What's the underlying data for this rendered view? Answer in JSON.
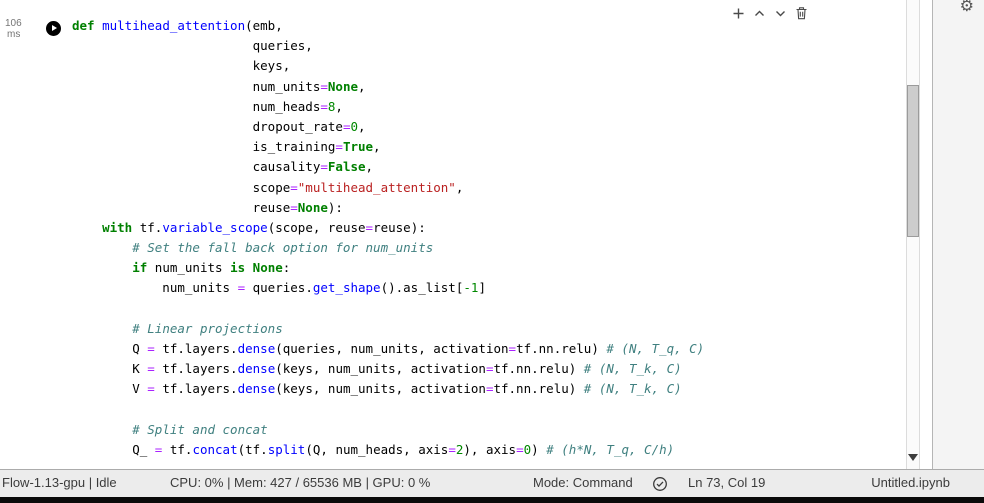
{
  "execution": {
    "time": "106",
    "unit": "ms"
  },
  "icons": {
    "gear_glyph": "⚙"
  },
  "toolbar": {
    "buttons": [
      {
        "name": "insert-cell"
      },
      {
        "name": "move-cell-up"
      },
      {
        "name": "move-cell-down"
      },
      {
        "name": "delete-cell"
      }
    ]
  },
  "code": {
    "lines": [
      [
        [
          "kw",
          "def "
        ],
        [
          "fn",
          "multihead_attention"
        ],
        [
          "pl",
          "(emb,"
        ]
      ],
      [
        [
          "pl",
          "                        queries,"
        ]
      ],
      [
        [
          "pl",
          "                        keys,"
        ]
      ],
      [
        [
          "pl",
          "                        num_units"
        ],
        [
          "op",
          "="
        ],
        [
          "bi",
          "None"
        ],
        [
          "pl",
          ","
        ]
      ],
      [
        [
          "pl",
          "                        num_heads"
        ],
        [
          "op",
          "="
        ],
        [
          "num",
          "8"
        ],
        [
          "pl",
          ","
        ]
      ],
      [
        [
          "pl",
          "                        dropout_rate"
        ],
        [
          "op",
          "="
        ],
        [
          "num",
          "0"
        ],
        [
          "pl",
          ","
        ]
      ],
      [
        [
          "pl",
          "                        is_training"
        ],
        [
          "op",
          "="
        ],
        [
          "bi",
          "True"
        ],
        [
          "pl",
          ","
        ]
      ],
      [
        [
          "pl",
          "                        causality"
        ],
        [
          "op",
          "="
        ],
        [
          "bi",
          "False"
        ],
        [
          "pl",
          ","
        ]
      ],
      [
        [
          "pl",
          "                        scope"
        ],
        [
          "op",
          "="
        ],
        [
          "str",
          "\"multihead_attention\""
        ],
        [
          "pl",
          ","
        ]
      ],
      [
        [
          "pl",
          "                        reuse"
        ],
        [
          "op",
          "="
        ],
        [
          "bi",
          "None"
        ],
        [
          "pl",
          "):"
        ]
      ],
      [
        [
          "pl",
          "    "
        ],
        [
          "kw",
          "with"
        ],
        [
          "pl",
          " tf."
        ],
        [
          "fn",
          "variable_scope"
        ],
        [
          "pl",
          "(scope, reuse"
        ],
        [
          "op",
          "="
        ],
        [
          "pl",
          "reuse):"
        ]
      ],
      [
        [
          "pl",
          "        "
        ],
        [
          "com",
          "# Set the fall back option for num_units"
        ]
      ],
      [
        [
          "pl",
          "        "
        ],
        [
          "kw",
          "if"
        ],
        [
          "pl",
          " num_units "
        ],
        [
          "kw",
          "is"
        ],
        [
          "pl",
          " "
        ],
        [
          "bi",
          "None"
        ],
        [
          "pl",
          ":"
        ]
      ],
      [
        [
          "pl",
          "            num_units "
        ],
        [
          "op",
          "="
        ],
        [
          "pl",
          " queries."
        ],
        [
          "fn",
          "get_shape"
        ],
        [
          "pl",
          "().as_list["
        ],
        [
          "num",
          "-1"
        ],
        [
          "pl",
          "]"
        ]
      ],
      [],
      [
        [
          "pl",
          "        "
        ],
        [
          "com",
          "# Linear projections"
        ]
      ],
      [
        [
          "pl",
          "        Q "
        ],
        [
          "op",
          "="
        ],
        [
          "pl",
          " tf.layers."
        ],
        [
          "fn",
          "dense"
        ],
        [
          "pl",
          "(queries, num_units, activation"
        ],
        [
          "op",
          "="
        ],
        [
          "pl",
          "tf.nn.relu) "
        ],
        [
          "com",
          "# (N, T_q, C)"
        ]
      ],
      [
        [
          "pl",
          "        K "
        ],
        [
          "op",
          "="
        ],
        [
          "pl",
          " tf.layers."
        ],
        [
          "fn",
          "dense"
        ],
        [
          "pl",
          "(keys, num_units, activation"
        ],
        [
          "op",
          "="
        ],
        [
          "pl",
          "tf.nn.relu) "
        ],
        [
          "com",
          "# (N, T_k, C)"
        ]
      ],
      [
        [
          "pl",
          "        V "
        ],
        [
          "op",
          "="
        ],
        [
          "pl",
          " tf.layers."
        ],
        [
          "fn",
          "dense"
        ],
        [
          "pl",
          "(keys, num_units, activation"
        ],
        [
          "op",
          "="
        ],
        [
          "pl",
          "tf.nn.relu) "
        ],
        [
          "com",
          "# (N, T_k, C)"
        ]
      ],
      [],
      [
        [
          "pl",
          "        "
        ],
        [
          "com",
          "# Split and concat"
        ]
      ],
      [
        [
          "pl",
          "        Q_ "
        ],
        [
          "op",
          "="
        ],
        [
          "pl",
          " tf."
        ],
        [
          "fn",
          "concat"
        ],
        [
          "pl",
          "(tf."
        ],
        [
          "fn",
          "split"
        ],
        [
          "pl",
          "(Q, num_heads, axis"
        ],
        [
          "op",
          "="
        ],
        [
          "num",
          "2"
        ],
        [
          "pl",
          "), axis"
        ],
        [
          "op",
          "="
        ],
        [
          "num",
          "0"
        ],
        [
          "pl",
          ") "
        ],
        [
          "com",
          "# (h*N, T_q, C/h)"
        ]
      ]
    ]
  },
  "statusbar": {
    "kernel": "Flow-1.13-gpu | Idle",
    "resources": "CPU: 0% | Mem: 427 / 65536 MB | GPU: 0 %",
    "mode": "Mode: Command",
    "position": "Ln 73, Col 19",
    "filename": "Untitled.ipynb"
  }
}
